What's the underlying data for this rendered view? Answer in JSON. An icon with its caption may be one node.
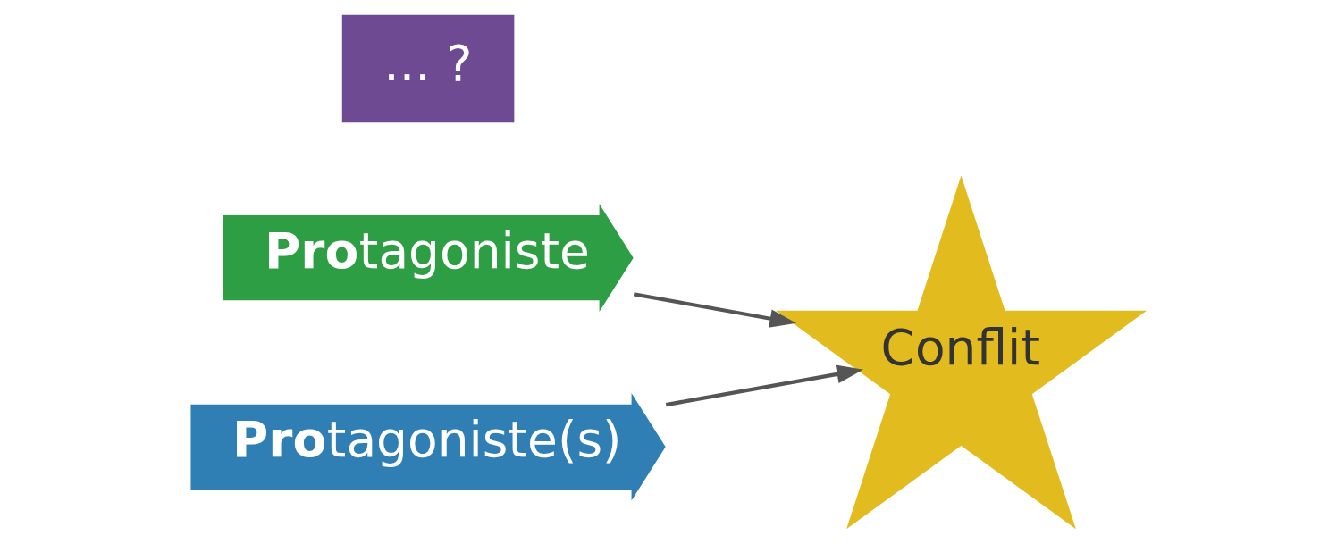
{
  "diagram": {
    "nodes": [
      {
        "text": [
          "**Pro**tagoniste"
        ]
      },
      {
        "text": [
          "**Pro**tagoniste(s)"
        ]
      },
      {
        "text": [
          "Conflit"
        ]
      },
      {
        "text": [
          "... ?"
        ]
      }
    ],
    "edges": [
      {
        "from": 0,
        "to": 2,
        "arrow": "to"
      },
      {
        "from": 1,
        "to": 2,
        "arrow": "to"
      }
    ]
  }
}
